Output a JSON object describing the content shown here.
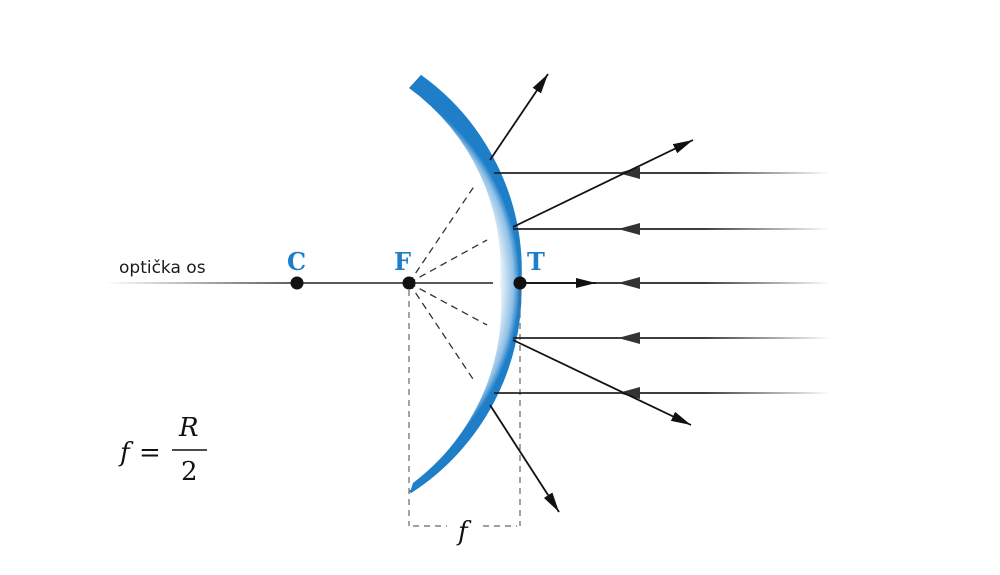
{
  "axis_label": "optička os",
  "points": {
    "center": "C",
    "focus": "F",
    "vertex": "T"
  },
  "formula": {
    "lhs": "f",
    "eq": "=",
    "numerator": "R",
    "denominator": "2"
  },
  "focal_length_label": "f",
  "colors": {
    "mirror": "#1e7ec8",
    "labels": "#1e7ec8",
    "rays": "#111111"
  }
}
